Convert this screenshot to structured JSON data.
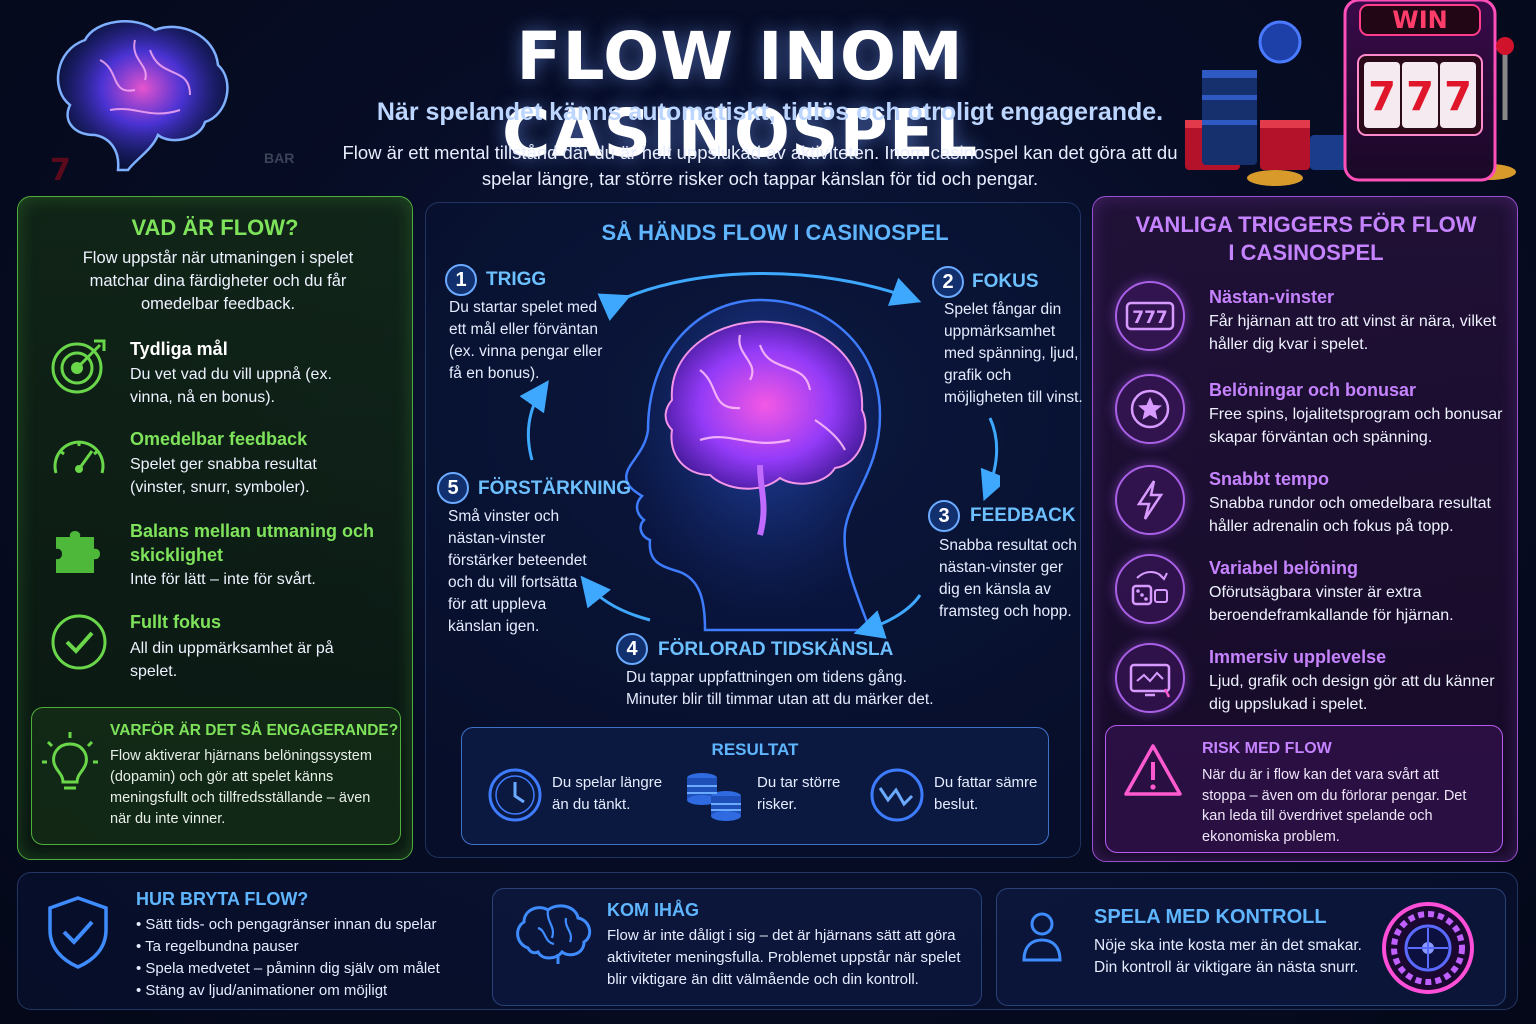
{
  "header": {
    "title": "FLOW INOM CASINOSPEL",
    "subtitle": "När spelandet känns automatiskt, tidlös och otroligt engagerande.",
    "intro": "Flow är ett mental tillstånd där du är helt uppslukad av aktiviteten. Inom casinospel kan det göra att du spelar längre, tar större risker och tappar känslan för tid och pengar."
  },
  "decor": {
    "win_label": "WIN",
    "slot_reels": [
      "7",
      "7",
      "7"
    ],
    "bar_label": "BAR"
  },
  "left": {
    "title": "VAD ÄR FLOW?",
    "intro": "Flow uppstår när utmaningen i spelet matchar dina färdigheter och du får omedelbar feedback.",
    "items": [
      {
        "title": "Tydliga mål",
        "text": "Du vet vad du vill uppnå (ex. vinna, nå en bonus).",
        "icon": "target-icon"
      },
      {
        "title": "Omedelbar feedback",
        "text": "Spelet ger snabba resultat (vinster, snurr, symboler).",
        "icon": "gauge-icon"
      },
      {
        "title": "Balans mellan utmaning och skicklighet",
        "text": "Inte för lätt – inte för svårt.",
        "icon": "puzzle-icon"
      },
      {
        "title": "Fullt fokus",
        "text": "All din uppmärksamhet är på spelet.",
        "icon": "check-icon"
      }
    ],
    "why": {
      "title": "VARFÖR ÄR DET SÅ ENGAGERANDE?",
      "text": "Flow aktiverar hjärnans belöningssystem (dopamin) och gör att spelet känns meningsfullt och tillfredsställande – även när du inte vinner."
    }
  },
  "center": {
    "title": "SÅ HÄNDS FLOW I CASINOSPEL",
    "steps": [
      {
        "num": "1",
        "title": "TRIGG",
        "text": "Du startar spelet med ett mål eller förväntan (ex. vinna pengar eller få en bonus)."
      },
      {
        "num": "2",
        "title": "FOKUS",
        "text": "Spelet fångar din uppmärksamhet med spänning, ljud, grafik och möjligheten till vinst."
      },
      {
        "num": "3",
        "title": "FEEDBACK",
        "text": "Snabba resultat och nästan-vinster ger dig en känsla av framsteg och hopp."
      },
      {
        "num": "4",
        "title": "FÖRLORAD TIDSKÄNSLA",
        "text": "Du tappar uppfattningen om tidens gång. Minuter blir till timmar utan att du märker det."
      },
      {
        "num": "5",
        "title": "FÖRSTÄRKNING",
        "text": "Små vinster och nästan-vinster förstärker beteendet och du vill fortsätta för att uppleva känslan igen."
      }
    ],
    "result": {
      "title": "RESULTAT",
      "items": [
        {
          "text": "Du spelar längre än du tänkt.",
          "icon": "clock-icon"
        },
        {
          "text": "Du tar större risker.",
          "icon": "coins-icon"
        },
        {
          "text": "Du fattar sämre beslut.",
          "icon": "decline-chart-icon"
        }
      ]
    }
  },
  "right": {
    "title": "VANLIGA TRIGGERS FÖR FLOW I CASINOSPEL",
    "items": [
      {
        "title": "Nästan-vinster",
        "text": "Får hjärnan att tro att vinst är nära, vilket håller dig kvar i spelet.",
        "icon": "slot-777-icon"
      },
      {
        "title": "Belöningar och bonusar",
        "text": "Free spins, lojalitetsprogram och bonusar skapar förväntan och spänning.",
        "icon": "star-badge-icon"
      },
      {
        "title": "Snabbt tempo",
        "text": "Snabba rundor och omedelbara resultat håller adrenalin och fokus på topp.",
        "icon": "lightning-icon"
      },
      {
        "title": "Variabel belöning",
        "text": "Oförutsägbara vinster är extra beroendeframkallande för hjärnan.",
        "icon": "dice-icon"
      },
      {
        "title": "Immersiv upplevelse",
        "text": "Ljud, grafik och design gör att du känner dig uppslukad i spelet.",
        "icon": "screen-icon"
      }
    ],
    "risk": {
      "title": "RISK MED FLOW",
      "text": "När du är i flow kan det vara svårt att stoppa – även om du förlorar pengar. Det kan leda till överdrivet spelande och ekonomiska problem."
    }
  },
  "bottom": {
    "break": {
      "title": "HUR BRYTA FLOW?",
      "items": [
        "Sätt tids- och pengagränser innan du spelar",
        "Ta regelbundna pauser",
        "Spela medvetet – påminn dig själv om målet",
        "Stäng av ljud/animationer om möjligt"
      ]
    },
    "remember": {
      "title": "KOM IHÅG",
      "text": "Flow är inte dåligt i sig – det är hjärnans sätt att göra aktiviteter meningsfulla. Problemet uppstår när spelet blir viktigare än ditt välmående och din kontroll."
    },
    "control": {
      "title": "SPELA MED KONTROLL",
      "text": "Nöje ska inte kosta mer än det smakar. Din kontroll är viktigare än nästa snurr."
    }
  }
}
